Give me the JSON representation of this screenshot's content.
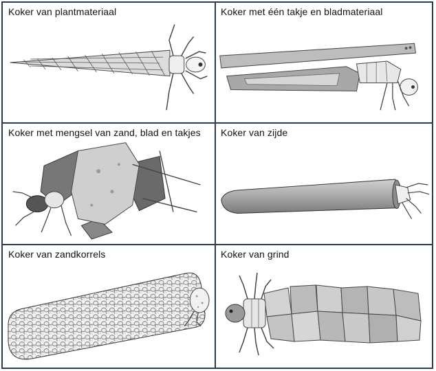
{
  "panels": [
    {
      "id": "plant",
      "label": "Koker van plantmateriaal"
    },
    {
      "id": "twig",
      "label": "Koker met één takje en bladmateriaal"
    },
    {
      "id": "mixed",
      "label": "Koker met mengsel van zand, blad en takjes"
    },
    {
      "id": "silk",
      "label": "Koker van zijde"
    },
    {
      "id": "sand",
      "label": "Koker van zandkorrels"
    },
    {
      "id": "gravel",
      "label": "Koker van grind"
    }
  ],
  "colors": {
    "border": "#2d3b4e",
    "ink": "#3a3a3a",
    "shade": "#9a9a9a",
    "light": "#d9d9d9"
  }
}
